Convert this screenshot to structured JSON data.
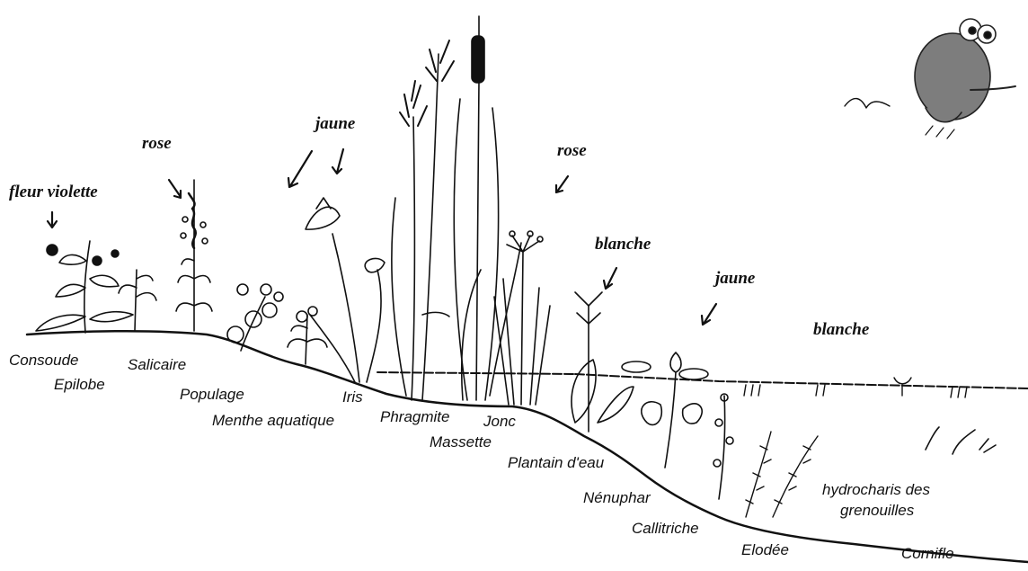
{
  "colors": {
    "ink": "#111111",
    "frog": "#7d7d7d",
    "background": "#ffffff"
  },
  "colors_labels": [
    "fleur violette",
    "rose",
    "jaune",
    "rose",
    "blanche",
    "jaune",
    "blanche"
  ],
  "plants": [
    "Consoude",
    "Epilobe",
    "Salicaire",
    "Populage",
    "Menthe aquatique",
    "Iris",
    "Phragmite",
    "Massette",
    "Jonc",
    "Plantain d'eau",
    "Nénuphar",
    "Callitriche",
    "Elodée",
    "hydrocharis des",
    "grenouilles",
    "Cornifle"
  ],
  "icons": [
    "frog-icon",
    "arrow-icon"
  ]
}
